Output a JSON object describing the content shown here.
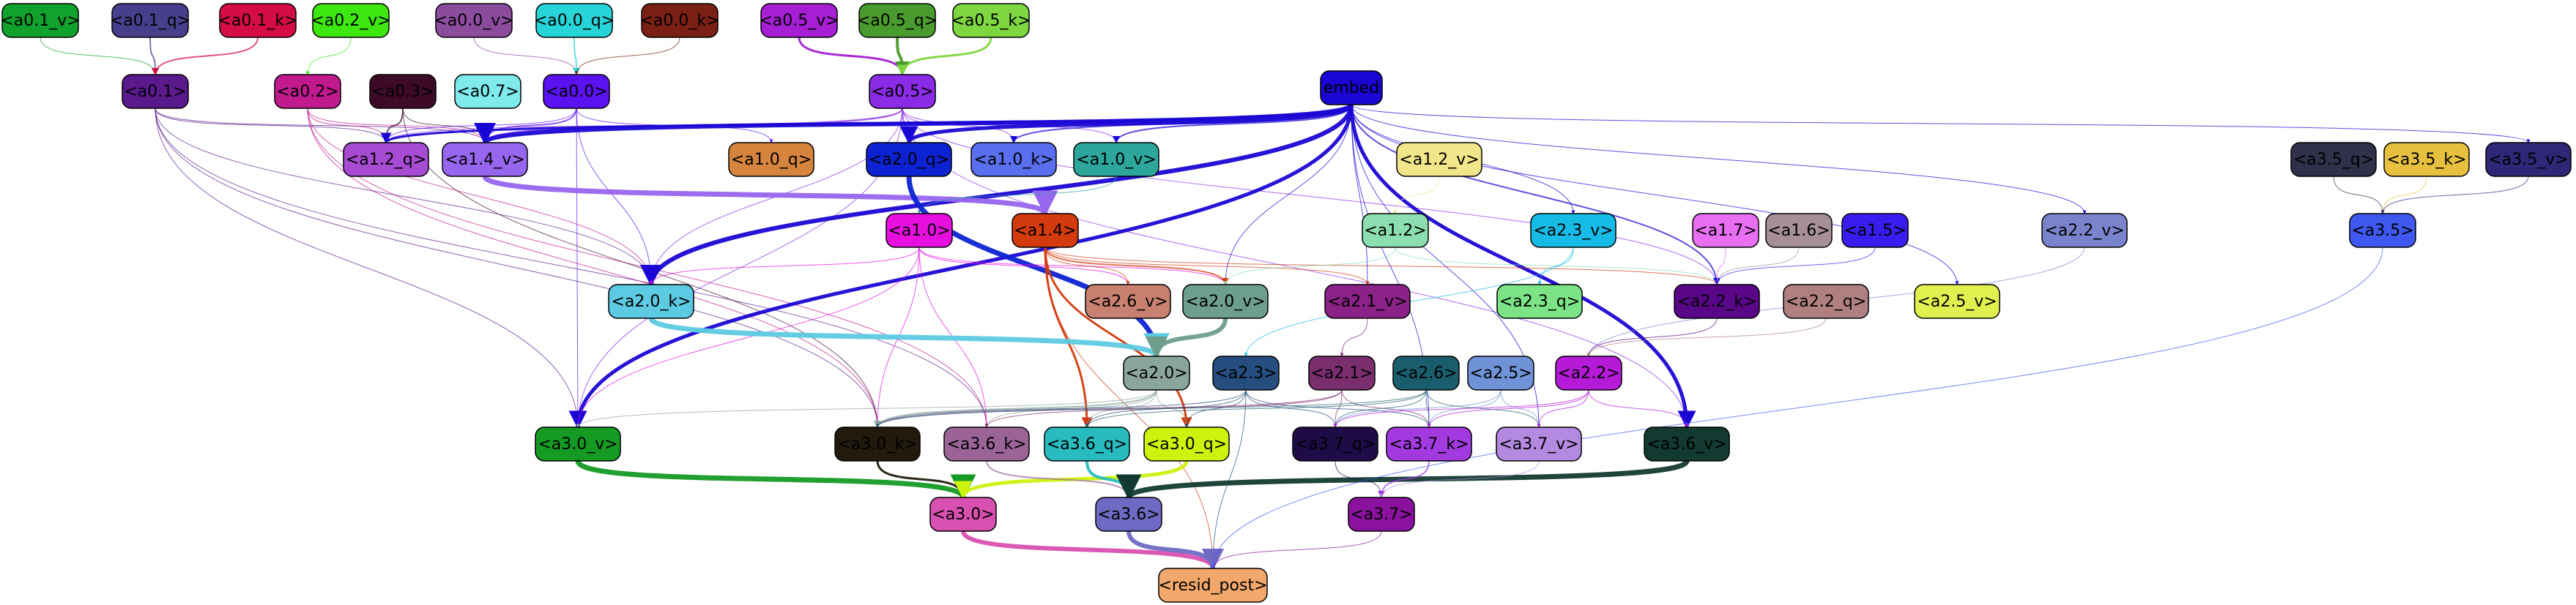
{
  "nodes": [
    {
      "id": "a0_1_v",
      "label": "<a0.1_v>",
      "fill": "#10a22c",
      "text": "#000000"
    },
    {
      "id": "a0_1_q",
      "label": "<a0.1_q>",
      "fill": "#473f8c",
      "text": "#000000"
    },
    {
      "id": "a0_1_k",
      "label": "<a0.1_k>",
      "fill": "#d40d46",
      "text": "#000000"
    },
    {
      "id": "a0_2_v",
      "label": "<a0.2_v>",
      "fill": "#3de810",
      "text": "#000000"
    },
    {
      "id": "a0_0_v",
      "label": "<a0.0_v>",
      "fill": "#8b4c9e",
      "text": "#000000"
    },
    {
      "id": "a0_0_q",
      "label": "<a0.0_q>",
      "fill": "#27d4d7",
      "text": "#000000"
    },
    {
      "id": "a0_0_k",
      "label": "<a0.0_k>",
      "fill": "#7b2015",
      "text": "#000000"
    },
    {
      "id": "a0_5_v",
      "label": "<a0.5_v>",
      "fill": "#a61fd5",
      "text": "#000000"
    },
    {
      "id": "a0_5_q",
      "label": "<a0.5_q>",
      "fill": "#4a9b2e",
      "text": "#000000"
    },
    {
      "id": "a0_5_k",
      "label": "<a0.5_k>",
      "fill": "#7ed640",
      "text": "#000000"
    },
    {
      "id": "a0_1",
      "label": "<a0.1>",
      "fill": "#5a1a8c",
      "text": "#000000"
    },
    {
      "id": "a0_2",
      "label": "<a0.2>",
      "fill": "#c01a8e",
      "text": "#000000"
    },
    {
      "id": "a0_3",
      "label": "<a0.3>",
      "fill": "#3d0a28",
      "text": "#000000"
    },
    {
      "id": "a0_7",
      "label": "<a0.7>",
      "fill": "#7eeaec",
      "text": "#000000"
    },
    {
      "id": "a0_0",
      "label": "<a0.0>",
      "fill": "#5b12f0",
      "text": "#000000"
    },
    {
      "id": "a0_5",
      "label": "<a0.5>",
      "fill": "#8a2be6",
      "text": "#000000"
    },
    {
      "id": "embed",
      "label": "embed",
      "fill": "#1a06d4",
      "text": "#000000"
    },
    {
      "id": "a1_2_q",
      "label": "<a1.2_q>",
      "fill": "#a64bd2",
      "text": "#000000"
    },
    {
      "id": "a1_4_v",
      "label": "<a1.4_v>",
      "fill": "#9766ee",
      "text": "#000000"
    },
    {
      "id": "a1_0_q",
      "label": "<a1.0_q>",
      "fill": "#d6843e",
      "text": "#000000"
    },
    {
      "id": "a2_0_q",
      "label": "<a2.0_q>",
      "fill": "#0d23d3",
      "text": "#000000"
    },
    {
      "id": "a1_0_k",
      "label": "<a1.0_k>",
      "fill": "#5a6ff0",
      "text": "#000000"
    },
    {
      "id": "a1_0_v",
      "label": "<a1.0_v>",
      "fill": "#2da79b",
      "text": "#000000"
    },
    {
      "id": "a1_2_v",
      "label": "<a1.2_v>",
      "fill": "#f2e68a",
      "text": "#000000"
    },
    {
      "id": "a3_5_q",
      "label": "<a3.5_q>",
      "fill": "#30304a",
      "text": "#000000"
    },
    {
      "id": "a3_5_k",
      "label": "<a3.5_k>",
      "fill": "#e6c03e",
      "text": "#000000"
    },
    {
      "id": "a3_5_v",
      "label": "<a3.5_v>",
      "fill": "#2e2676",
      "text": "#000000"
    },
    {
      "id": "a1_0",
      "label": "<a1.0>",
      "fill": "#e60fe0",
      "text": "#000000"
    },
    {
      "id": "a1_4",
      "label": "<a1.4>",
      "fill": "#d33a0e",
      "text": "#000000"
    },
    {
      "id": "a1_2",
      "label": "<a1.2>",
      "fill": "#8cdeb0",
      "text": "#000000"
    },
    {
      "id": "a2_3_v",
      "label": "<a2.3_v>",
      "fill": "#16bce6",
      "text": "#000000"
    },
    {
      "id": "a1_7",
      "label": "<a1.7>",
      "fill": "#e86ef2",
      "text": "#000000"
    },
    {
      "id": "a1_6",
      "label": "<a1.6>",
      "fill": "#a69096",
      "text": "#000000"
    },
    {
      "id": "a1_5",
      "label": "<a1.5>",
      "fill": "#3a1cf0",
      "text": "#000000"
    },
    {
      "id": "a2_2_v",
      "label": "<a2.2_v>",
      "fill": "#7a84cc",
      "text": "#000000"
    },
    {
      "id": "a3_5",
      "label": "<a3.5>",
      "fill": "#3e58f0",
      "text": "#000000"
    },
    {
      "id": "a2_0_k",
      "label": "<a2.0_k>",
      "fill": "#5ccae2",
      "text": "#000000"
    },
    {
      "id": "a2_6_v",
      "label": "<a2.6_v>",
      "fill": "#c88070",
      "text": "#000000"
    },
    {
      "id": "a2_0_v",
      "label": "<a2.0_v>",
      "fill": "#6e9e8c",
      "text": "#000000"
    },
    {
      "id": "a2_1_v",
      "label": "<a2.1_v>",
      "fill": "#8a2288",
      "text": "#000000"
    },
    {
      "id": "a2_3_q",
      "label": "<a2.3_q>",
      "fill": "#7ce486",
      "text": "#000000"
    },
    {
      "id": "a2_2_k",
      "label": "<a2.2_k>",
      "fill": "#5a0688",
      "text": "#000000"
    },
    {
      "id": "a2_2_q",
      "label": "<a2.2_q>",
      "fill": "#b08080",
      "text": "#000000"
    },
    {
      "id": "a2_5_v",
      "label": "<a2.5_v>",
      "fill": "#e0f04e",
      "text": "#000000"
    },
    {
      "id": "a2_0",
      "label": "<a2.0>",
      "fill": "#8aa69a",
      "text": "#000000"
    },
    {
      "id": "a2_3",
      "label": "<a2.3>",
      "fill": "#254d7e",
      "text": "#000000"
    },
    {
      "id": "a2_1",
      "label": "<a2.1>",
      "fill": "#7a2e6e",
      "text": "#000000"
    },
    {
      "id": "a2_6",
      "label": "<a2.6>",
      "fill": "#1a5e6e",
      "text": "#000000"
    },
    {
      "id": "a2_5",
      "label": "<a2.5>",
      "fill": "#7092d6",
      "text": "#000000"
    },
    {
      "id": "a2_2",
      "label": "<a2.2>",
      "fill": "#b41ad8",
      "text": "#000000"
    },
    {
      "id": "a3_0_v",
      "label": "<a3.0_v>",
      "fill": "#159a24",
      "text": "#000000"
    },
    {
      "id": "a3_0_k",
      "label": "<a3.0_k>",
      "fill": "#221a0c",
      "text": "#000000"
    },
    {
      "id": "a3_6_k",
      "label": "<a3.6_k>",
      "fill": "#9a6496",
      "text": "#000000"
    },
    {
      "id": "a3_6_q",
      "label": "<a3.6_q>",
      "fill": "#28bcc0",
      "text": "#000000"
    },
    {
      "id": "a3_0_q",
      "label": "<a3.0_q>",
      "fill": "#ccf20e",
      "text": "#000000"
    },
    {
      "id": "a3_7_q",
      "label": "<a3.7_q>",
      "fill": "#1e0c48",
      "text": "#000000"
    },
    {
      "id": "a3_7_k",
      "label": "<a3.7_k>",
      "fill": "#a23ae0",
      "text": "#000000"
    },
    {
      "id": "a3_7_v",
      "label": "<a3.7_v>",
      "fill": "#b48ae0",
      "text": "#000000"
    },
    {
      "id": "a3_6_v",
      "label": "<a3.6_v>",
      "fill": "#123a30",
      "text": "#000000"
    },
    {
      "id": "a3_0",
      "label": "<a3.0>",
      "fill": "#d850b0",
      "text": "#000000"
    },
    {
      "id": "a3_6",
      "label": "<a3.6>",
      "fill": "#6e6ac4",
      "text": "#000000"
    },
    {
      "id": "a3_7",
      "label": "<a3.7>",
      "fill": "#8a129e",
      "text": "#000000"
    },
    {
      "id": "resid_post",
      "label": "<resid_post>",
      "fill": "#f2a86c",
      "text": "#000000"
    }
  ],
  "edges": [
    {
      "from": "a0_1_v",
      "to": "a0_1",
      "color": "#10a22c",
      "w": 1
    },
    {
      "from": "a0_1_q",
      "to": "a0_1",
      "color": "#473f8c",
      "w": 2
    },
    {
      "from": "a0_1_k",
      "to": "a0_1",
      "color": "#d40d46",
      "w": 2
    },
    {
      "from": "a0_2_v",
      "to": "a0_2",
      "color": "#3de810",
      "w": 1
    },
    {
      "from": "a0_0_v",
      "to": "a0_0",
      "color": "#8b4c9e",
      "w": 1
    },
    {
      "from": "a0_0_q",
      "to": "a0_0",
      "color": "#27d4d7",
      "w": 2
    },
    {
      "from": "a0_0_k",
      "to": "a0_0",
      "color": "#7b2015",
      "w": 1
    },
    {
      "from": "a0_5_v",
      "to": "a0_5",
      "color": "#a61fd5",
      "w": 3
    },
    {
      "from": "a0_5_q",
      "to": "a0_5",
      "color": "#4a9b2e",
      "w": 4
    },
    {
      "from": "a0_5_k",
      "to": "a0_5",
      "color": "#7ed640",
      "w": 3
    },
    {
      "from": "a0_1",
      "to": "a1_2_q",
      "color": "#5a1a8c",
      "w": 1
    },
    {
      "from": "a0_1",
      "to": "a1_4_v",
      "color": "#5a1a8c",
      "w": 1
    },
    {
      "from": "a0_1",
      "to": "a2_0_k",
      "color": "#5a1a8c",
      "w": 1
    },
    {
      "from": "a0_1",
      "to": "a3_0_v",
      "color": "#5a1a8c",
      "w": 1
    },
    {
      "from": "a0_1",
      "to": "a3_0_k",
      "color": "#5a1a8c",
      "w": 1
    },
    {
      "from": "a0_1",
      "to": "a3_6_k",
      "color": "#5a1a8c",
      "w": 1
    },
    {
      "from": "a0_2",
      "to": "a1_2_q",
      "color": "#c01a8e",
      "w": 1
    },
    {
      "from": "a0_2",
      "to": "a1_4_v",
      "color": "#c01a8e",
      "w": 1
    },
    {
      "from": "a0_2",
      "to": "a2_0_k",
      "color": "#c01a8e",
      "w": 1
    },
    {
      "from": "a0_2",
      "to": "a3_0_k",
      "color": "#c01a8e",
      "w": 1
    },
    {
      "from": "a0_2",
      "to": "a3_6_k",
      "color": "#c01a8e",
      "w": 1
    },
    {
      "from": "a0_3",
      "to": "a1_2_q",
      "color": "#3d0a28",
      "w": 2
    },
    {
      "from": "a0_3",
      "to": "a1_4_v",
      "color": "#3d0a28",
      "w": 1
    },
    {
      "from": "a0_3",
      "to": "a3_0_k",
      "color": "#3d0a28",
      "w": 1
    },
    {
      "from": "a0_0",
      "to": "a1_2_q",
      "color": "#5b12f0",
      "w": 1
    },
    {
      "from": "a0_0",
      "to": "a1_4_v",
      "color": "#5b12f0",
      "w": 2
    },
    {
      "from": "a0_0",
      "to": "a2_0_k",
      "color": "#5b12f0",
      "w": 1
    },
    {
      "from": "a0_0",
      "to": "a3_0_v",
      "color": "#5b12f0",
      "w": 1
    },
    {
      "from": "a0_0",
      "to": "a1_0_q",
      "color": "#5b12f0",
      "w": 1
    },
    {
      "from": "a0_5",
      "to": "a1_2_q",
      "color": "#8a2be6",
      "w": 1
    },
    {
      "from": "a0_5",
      "to": "a1_4_v",
      "color": "#8a2be6",
      "w": 2
    },
    {
      "from": "a0_5",
      "to": "a2_0_q",
      "color": "#8a2be6",
      "w": 1
    },
    {
      "from": "a0_5",
      "to": "a1_0_k",
      "color": "#8a2be6",
      "w": 1
    },
    {
      "from": "a0_5",
      "to": "a1_0_v",
      "color": "#8a2be6",
      "w": 1
    },
    {
      "from": "a0_5",
      "to": "a2_0_k",
      "color": "#8a2be6",
      "w": 1
    },
    {
      "from": "a0_5",
      "to": "a3_0_v",
      "color": "#8a2be6",
      "w": 1
    },
    {
      "from": "a0_5",
      "to": "a2_2_k",
      "color": "#8a2be6",
      "w": 1
    },
    {
      "from": "a0_5",
      "to": "a3_6_v",
      "color": "#8a2be6",
      "w": 1
    },
    {
      "from": "embed",
      "to": "a1_4_v",
      "color": "#1a06d4",
      "w": 6
    },
    {
      "from": "embed",
      "to": "a1_2_q",
      "color": "#1a06d4",
      "w": 3
    },
    {
      "from": "embed",
      "to": "a2_0_q",
      "color": "#1a06d4",
      "w": 5
    },
    {
      "from": "embed",
      "to": "a1_0_k",
      "color": "#1a06d4",
      "w": 2
    },
    {
      "from": "embed",
      "to": "a1_0_v",
      "color": "#1a06d4",
      "w": 2
    },
    {
      "from": "embed",
      "to": "a2_0_k",
      "color": "#1a06d4",
      "w": 6
    },
    {
      "from": "embed",
      "to": "a3_0_v",
      "color": "#1a06d4",
      "w": 5
    },
    {
      "from": "embed",
      "to": "a3_6_v",
      "color": "#1a06d4",
      "w": 5
    },
    {
      "from": "embed",
      "to": "a2_3_v",
      "color": "#1a06d4",
      "w": 1
    },
    {
      "from": "embed",
      "to": "a2_2_v",
      "color": "#1a06d4",
      "w": 1
    },
    {
      "from": "embed",
      "to": "a3_5_v",
      "color": "#1a06d4",
      "w": 1
    },
    {
      "from": "embed",
      "to": "a2_1_v",
      "color": "#1a06d4",
      "w": 1
    },
    {
      "from": "embed",
      "to": "a2_2_k",
      "color": "#1a06d4",
      "w": 2
    },
    {
      "from": "embed",
      "to": "a2_5_v",
      "color": "#1a06d4",
      "w": 1
    },
    {
      "from": "embed",
      "to": "a3_7_v",
      "color": "#1a06d4",
      "w": 1
    },
    {
      "from": "embed",
      "to": "a3_7_k",
      "color": "#1a06d4",
      "w": 1
    },
    {
      "from": "embed",
      "to": "a2_0_v",
      "color": "#1a06d4",
      "w": 1
    },
    {
      "from": "a3_5_q",
      "to": "a3_5",
      "color": "#30304a",
      "w": 1
    },
    {
      "from": "a3_5_k",
      "to": "a3_5",
      "color": "#e6c03e",
      "w": 1
    },
    {
      "from": "a3_5_v",
      "to": "a3_5",
      "color": "#2e2676",
      "w": 1
    },
    {
      "from": "a1_2_v",
      "to": "a1_2",
      "color": "#f2e68a",
      "w": 1
    },
    {
      "from": "a1_4_v",
      "to": "a1_4",
      "color": "#9766ee",
      "w": 7
    },
    {
      "from": "a1_0_v",
      "to": "a1_0",
      "color": "#2da79b",
      "w": 1
    },
    {
      "from": "a2_0_q",
      "to": "a2_0",
      "color": "#0d23d3",
      "w": 7
    },
    {
      "from": "a1_0",
      "to": "a2_0_k",
      "color": "#e60fe0",
      "w": 1
    },
    {
      "from": "a1_0",
      "to": "a2_6_v",
      "color": "#e60fe0",
      "w": 1
    },
    {
      "from": "a1_0",
      "to": "a2_0_v",
      "color": "#e60fe0",
      "w": 1
    },
    {
      "from": "a1_0",
      "to": "a3_0_k",
      "color": "#e60fe0",
      "w": 1
    },
    {
      "from": "a1_0",
      "to": "a3_6_k",
      "color": "#e60fe0",
      "w": 1
    },
    {
      "from": "a1_0",
      "to": "a3_0_v",
      "color": "#e60fe0",
      "w": 1
    },
    {
      "from": "a1_4",
      "to": "a2_0_v",
      "color": "#d33a0e",
      "w": 2
    },
    {
      "from": "a1_4",
      "to": "a2_6_v",
      "color": "#d33a0e",
      "w": 1
    },
    {
      "from": "a1_4",
      "to": "a2_1_v",
      "color": "#d33a0e",
      "w": 1
    },
    {
      "from": "a1_4",
      "to": "a3_6_q",
      "color": "#d33a0e",
      "w": 3
    },
    {
      "from": "a1_4",
      "to": "a3_0_q",
      "color": "#d33a0e",
      "w": 3
    },
    {
      "from": "a1_4",
      "to": "a2_2_k",
      "color": "#d33a0e",
      "w": 1
    },
    {
      "from": "a1_4",
      "to": "resid_post",
      "color": "#d33a0e",
      "w": 1
    },
    {
      "from": "a1_2",
      "to": "a2_0_v",
      "color": "#8cdeb0",
      "w": 1
    },
    {
      "from": "a1_2",
      "to": "a2_2_k",
      "color": "#8cdeb0",
      "w": 1
    },
    {
      "from": "a2_3_v",
      "to": "a2_3_q",
      "color": "#16bce6",
      "w": 1
    },
    {
      "from": "a2_3_v",
      "to": "a2_3",
      "color": "#16bce6",
      "w": 1
    },
    {
      "from": "a1_7",
      "to": "a2_2_k",
      "color": "#e86ef2",
      "w": 1
    },
    {
      "from": "a1_6",
      "to": "a2_2_k",
      "color": "#a69096",
      "w": 1
    },
    {
      "from": "a1_5",
      "to": "a2_2_k",
      "color": "#3a1cf0",
      "w": 1
    },
    {
      "from": "a2_2_v",
      "to": "a2_2",
      "color": "#7a84cc",
      "w": 1
    },
    {
      "from": "a2_0_k",
      "to": "a2_0",
      "color": "#5ccae2",
      "w": 7
    },
    {
      "from": "a2_0_v",
      "to": "a2_0",
      "color": "#6e9e8c",
      "w": 6
    },
    {
      "from": "a2_1_v",
      "to": "a2_1",
      "color": "#8a2288",
      "w": 1
    },
    {
      "from": "a2_2_k",
      "to": "a2_2",
      "color": "#5a0688",
      "w": 1
    },
    {
      "from": "a2_2_q",
      "to": "a2_2",
      "color": "#b08080",
      "w": 1
    },
    {
      "from": "a2_0",
      "to": "a3_0_k",
      "color": "#8aa69a",
      "w": 2
    },
    {
      "from": "a2_0",
      "to": "a3_6_k",
      "color": "#8aa69a",
      "w": 1
    },
    {
      "from": "a2_0",
      "to": "a3_6_q",
      "color": "#8aa69a",
      "w": 1
    },
    {
      "from": "a2_0",
      "to": "a3_0_v",
      "color": "#8aa69a",
      "w": 1
    },
    {
      "from": "a2_0",
      "to": "a3_0_q",
      "color": "#8aa69a",
      "w": 1
    },
    {
      "from": "a2_3",
      "to": "a3_0_k",
      "color": "#254d7e",
      "w": 1
    },
    {
      "from": "a2_3",
      "to": "a3_0_q",
      "color": "#254d7e",
      "w": 1
    },
    {
      "from": "a2_3",
      "to": "a3_6_q",
      "color": "#254d7e",
      "w": 1
    },
    {
      "from": "a2_3",
      "to": "a3_7_q",
      "color": "#254d7e",
      "w": 1
    },
    {
      "from": "a2_3",
      "to": "a3_7_k",
      "color": "#254d7e",
      "w": 1
    },
    {
      "from": "a2_3",
      "to": "resid_post",
      "color": "#254d7e",
      "w": 1
    },
    {
      "from": "a2_1",
      "to": "a3_0_k",
      "color": "#7a2e6e",
      "w": 1
    },
    {
      "from": "a2_1",
      "to": "a3_7_q",
      "color": "#7a2e6e",
      "w": 1
    },
    {
      "from": "a2_1",
      "to": "a3_7_k",
      "color": "#7a2e6e",
      "w": 1
    },
    {
      "from": "a2_1",
      "to": "a3_6_k",
      "color": "#7a2e6e",
      "w": 1
    },
    {
      "from": "a2_6",
      "to": "a3_0_k",
      "color": "#1a5e6e",
      "w": 1
    },
    {
      "from": "a2_6",
      "to": "a3_7_q",
      "color": "#1a5e6e",
      "w": 1
    },
    {
      "from": "a2_6",
      "to": "a3_7_k",
      "color": "#1a5e6e",
      "w": 1
    },
    {
      "from": "a2_6",
      "to": "a3_7_v",
      "color": "#1a5e6e",
      "w": 1
    },
    {
      "from": "a2_6",
      "to": "a3_6_q",
      "color": "#1a5e6e",
      "w": 1
    },
    {
      "from": "a2_5",
      "to": "a3_7_q",
      "color": "#7092d6",
      "w": 1
    },
    {
      "from": "a2_5",
      "to": "a3_7_k",
      "color": "#7092d6",
      "w": 1
    },
    {
      "from": "a2_5",
      "to": "a3_7_v",
      "color": "#7092d6",
      "w": 1
    },
    {
      "from": "a2_2",
      "to": "a3_7_q",
      "color": "#b41ad8",
      "w": 1
    },
    {
      "from": "a2_2",
      "to": "a3_7_k",
      "color": "#b41ad8",
      "w": 1
    },
    {
      "from": "a2_2",
      "to": "a3_7_v",
      "color": "#b41ad8",
      "w": 1
    },
    {
      "from": "a2_2",
      "to": "a3_6_v",
      "color": "#b41ad8",
      "w": 1
    },
    {
      "from": "a3_0_v",
      "to": "a3_0",
      "color": "#159a24",
      "w": 7
    },
    {
      "from": "a3_0_k",
      "to": "a3_0",
      "color": "#221a0c",
      "w": 3
    },
    {
      "from": "a3_0_q",
      "to": "a3_0",
      "color": "#ccf20e",
      "w": 5
    },
    {
      "from": "a3_6_k",
      "to": "a3_6",
      "color": "#9a6496",
      "w": 2
    },
    {
      "from": "a3_6_q",
      "to": "a3_6",
      "color": "#28bcc0",
      "w": 4
    },
    {
      "from": "a3_6_v",
      "to": "a3_6",
      "color": "#123a30",
      "w": 7
    },
    {
      "from": "a3_7_q",
      "to": "a3_7",
      "color": "#1e0c48",
      "w": 1
    },
    {
      "from": "a3_7_k",
      "to": "a3_7",
      "color": "#a23ae0",
      "w": 2
    },
    {
      "from": "a3_7_v",
      "to": "a3_7",
      "color": "#b48ae0",
      "w": 1
    },
    {
      "from": "a3_0",
      "to": "resid_post",
      "color": "#d850b0",
      "w": 6
    },
    {
      "from": "a3_6",
      "to": "resid_post",
      "color": "#6e6ac4",
      "w": 6
    },
    {
      "from": "a3_7",
      "to": "resid_post",
      "color": "#8a129e",
      "w": 1
    },
    {
      "from": "a3_5",
      "to": "resid_post",
      "color": "#3e58f0",
      "w": 1
    }
  ]
}
